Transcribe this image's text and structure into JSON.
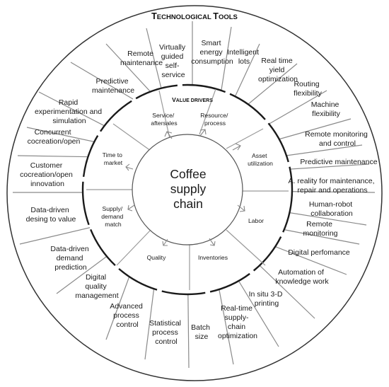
{
  "outer_title": {
    "big1": "T",
    "small1": "ECHNOLOGICAL ",
    "big2": "T",
    "small2": "OOLS"
  },
  "inner_title": {
    "big1": "V",
    "small1": "ALUE DRIVERS"
  },
  "center": {
    "lines": [
      "Coffee",
      "supply",
      "chain"
    ]
  },
  "value_drivers": [
    {
      "name": "service",
      "lines": [
        "Service/",
        "aftersales"
      ]
    },
    {
      "name": "resource",
      "lines": [
        "Resource/",
        "process"
      ]
    },
    {
      "name": "asset",
      "lines": [
        "Asset",
        "utilization"
      ]
    },
    {
      "name": "labor",
      "lines": [
        "Labor"
      ]
    },
    {
      "name": "inventories",
      "lines": [
        "Inventories"
      ]
    },
    {
      "name": "quality",
      "lines": [
        "Quality"
      ]
    },
    {
      "name": "supply-demand",
      "lines": [
        "Supply/",
        "demand",
        "match"
      ]
    },
    {
      "name": "time-to-market",
      "lines": [
        "Time to",
        "market"
      ]
    }
  ],
  "tools": [
    {
      "name": "virtually-guided",
      "lines": [
        "Virtually",
        "guided",
        "self-",
        "service"
      ]
    },
    {
      "name": "smart-energy",
      "lines": [
        "Smart",
        "energy",
        "consumption"
      ]
    },
    {
      "name": "intelligent-lots",
      "lines": [
        "Intelligent",
        "lots"
      ]
    },
    {
      "name": "real-time-yield",
      "lines": [
        "Real time",
        "yield",
        "optimization"
      ]
    },
    {
      "name": "routing-flexibility",
      "lines": [
        "Routing",
        "flexibility"
      ]
    },
    {
      "name": "machine-flexibility",
      "lines": [
        "Machine",
        "flexibility"
      ]
    },
    {
      "name": "remote-monitoring-control",
      "lines": [
        "Remote monitoring",
        "and control"
      ]
    },
    {
      "name": "predictive-maintenance-right",
      "lines": [
        "Predictive maintenance"
      ]
    },
    {
      "name": "a-reality",
      "lines": [
        "A. reality for maintenance,",
        "repair and operations"
      ]
    },
    {
      "name": "human-robot",
      "lines": [
        "Human-robot",
        "collaboration"
      ]
    },
    {
      "name": "remote-monitoring",
      "lines": [
        "Remote",
        "monitoring"
      ]
    },
    {
      "name": "digital-performance",
      "lines": [
        "Digital perfomance"
      ]
    },
    {
      "name": "automation-knowledge",
      "lines": [
        "Automation of",
        "knowledge work"
      ]
    },
    {
      "name": "in-situ-3d",
      "lines": [
        "In situ 3-D",
        "printing"
      ]
    },
    {
      "name": "real-time-supply-chain",
      "lines": [
        "Real-time",
        "supply-",
        "chain",
        "optimization"
      ]
    },
    {
      "name": "batch-size",
      "lines": [
        "Batch",
        "size"
      ]
    },
    {
      "name": "statistical-process",
      "lines": [
        "Statistical",
        "process",
        "control"
      ]
    },
    {
      "name": "advanced-process",
      "lines": [
        "Advanced",
        "process",
        "control"
      ]
    },
    {
      "name": "digital-quality",
      "lines": [
        "Digital",
        "quality",
        "management"
      ]
    },
    {
      "name": "data-driven-demand",
      "lines": [
        "Data-driven",
        "demand",
        "prediction"
      ]
    },
    {
      "name": "data-driven-value",
      "lines": [
        "Data-driven",
        "desing to value"
      ]
    },
    {
      "name": "customer-cocreation",
      "lines": [
        "Customer",
        "cocreation/open",
        "innovation"
      ]
    },
    {
      "name": "concurrent-cocreation",
      "lines": [
        "Concurrent",
        "cocreation/open"
      ]
    },
    {
      "name": "rapid-experimentation",
      "lines": [
        "Rapid",
        "experimentation and",
        "simulation"
      ]
    },
    {
      "name": "predictive-maintenance-left",
      "lines": [
        "Predictive",
        "maintenance"
      ]
    },
    {
      "name": "remote-maintenance",
      "lines": [
        "Remote",
        "maintenance"
      ]
    }
  ]
}
